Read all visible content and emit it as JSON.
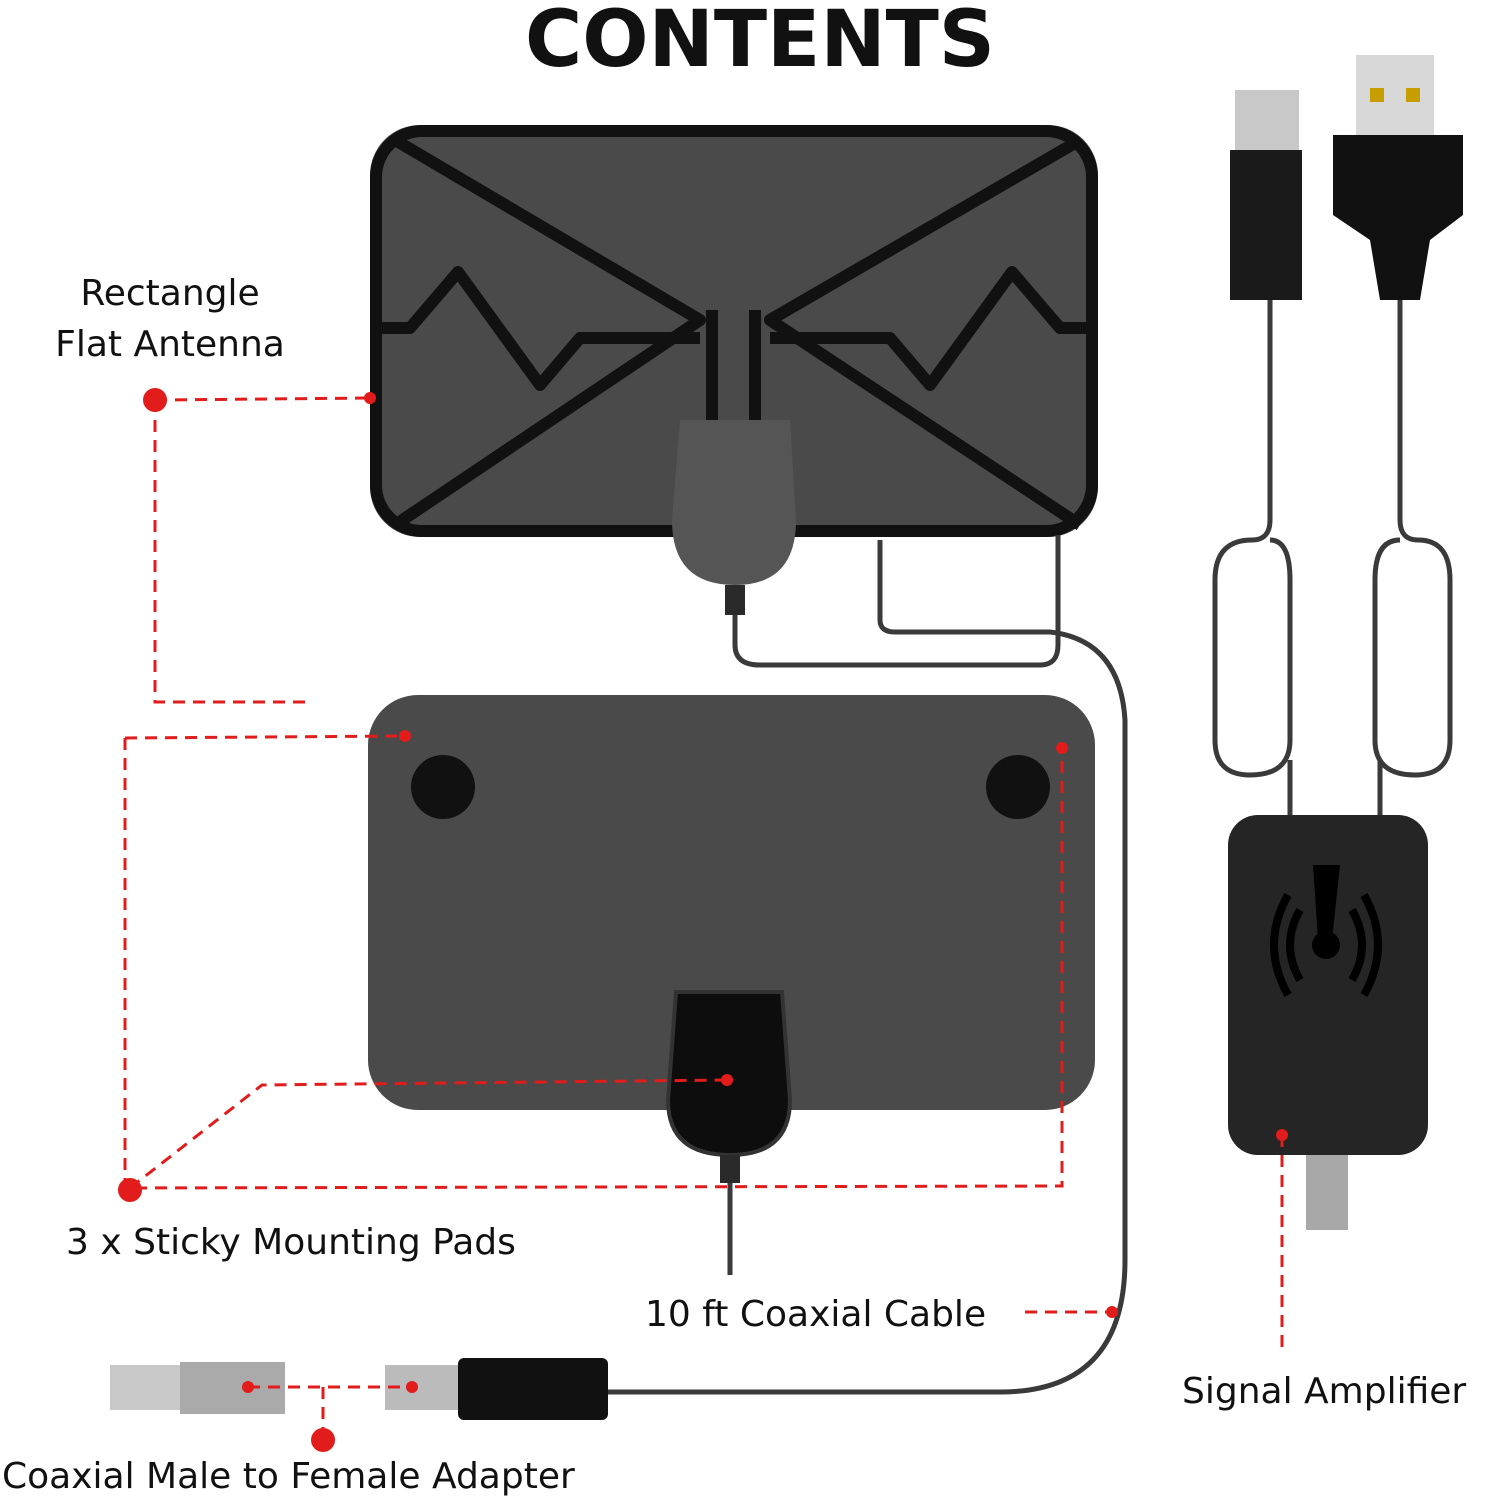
{
  "title": "CONTENTS",
  "labels": {
    "antenna_line1": "Rectangle",
    "antenna_line2": "Flat Antenna",
    "pads": "3 x Sticky Mounting Pads",
    "cable": "10 ft Coaxial Cable",
    "amplifier": "Signal Amplifier",
    "adapter": "Coaxial Male to Female Adapter"
  },
  "colors": {
    "accent": "#e21b1b",
    "antenna": "#4a4a4a",
    "lines": "#111111"
  }
}
